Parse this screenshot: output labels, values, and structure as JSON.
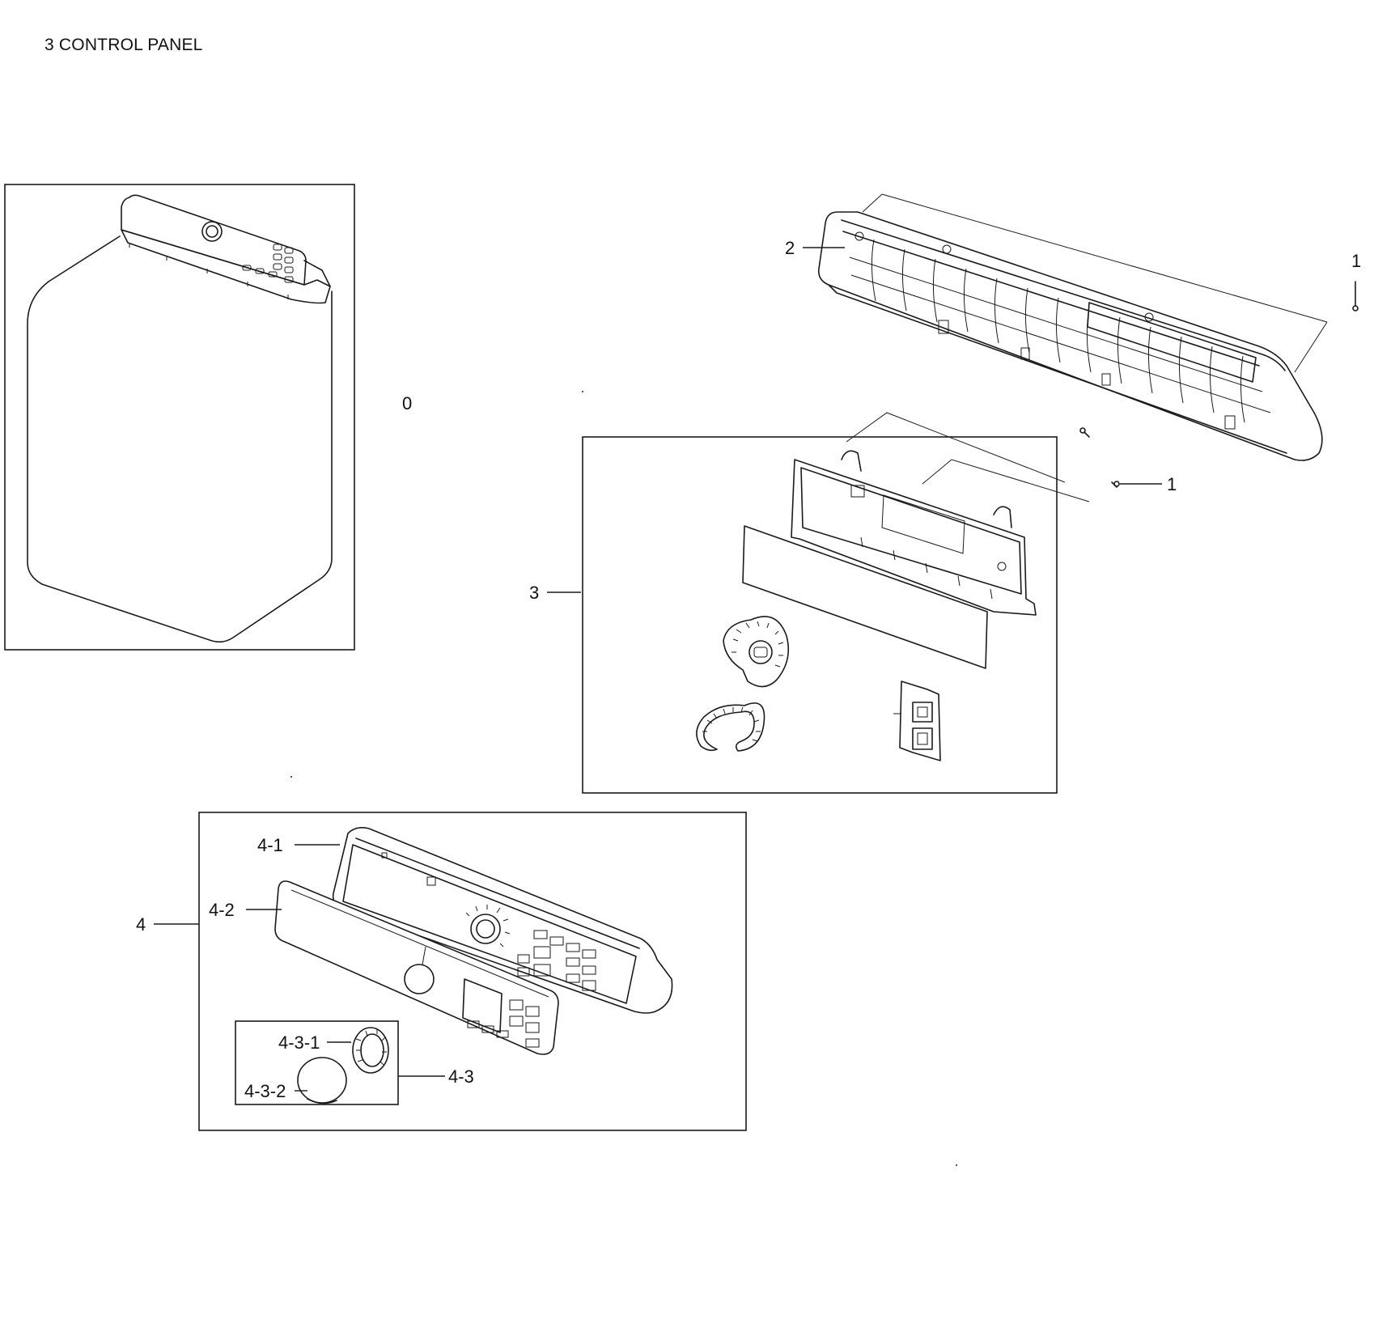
{
  "title": "3 CONTROL PANEL",
  "callouts": {
    "c0": "0",
    "c1_top": "1",
    "c1_mid": "1",
    "c2": "2",
    "c3": "3",
    "c4": "4",
    "c4_1": "4-1",
    "c4_2": "4-2",
    "c4_3": "4-3",
    "c4_3_1": "4-3-1",
    "c4_3_2": "4-3-2"
  },
  "colors": {
    "line": "#1a1a1a",
    "background": "#ffffff"
  }
}
